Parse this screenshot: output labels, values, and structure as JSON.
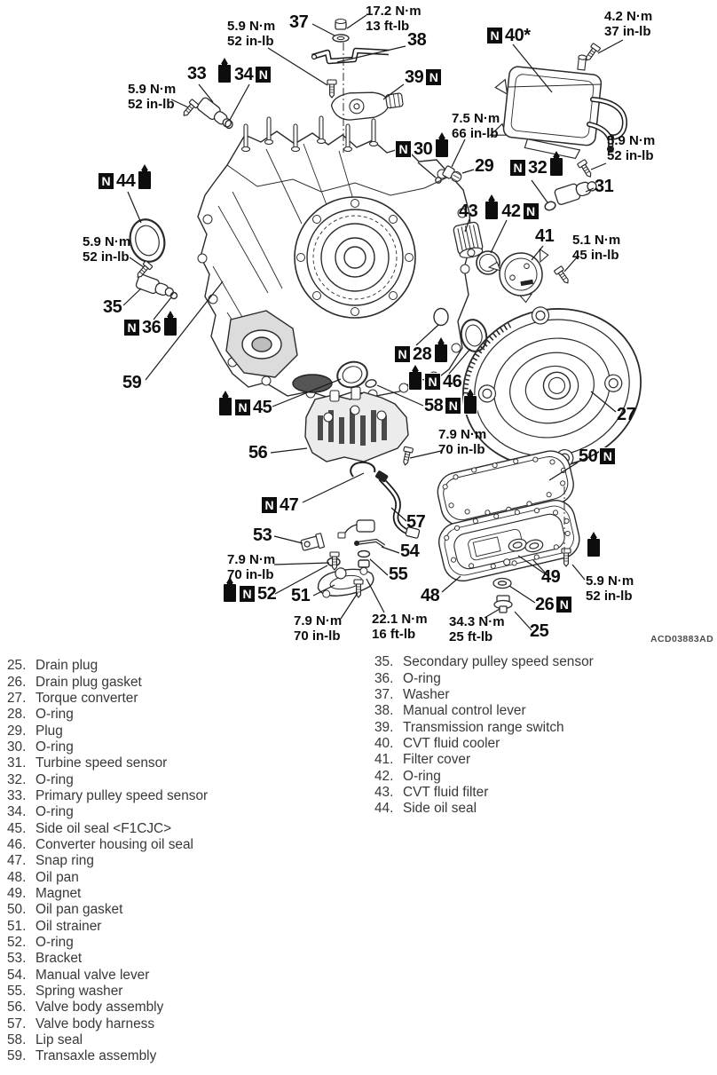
{
  "diagram": {
    "n_symbol": "N",
    "figure_code": "ACD03883AD",
    "callouts": {
      "25": "25",
      "26": "26",
      "27": "27",
      "28": "28",
      "29": "29",
      "30": "30",
      "31": "31",
      "32": "32",
      "33": "33",
      "34": "34",
      "35": "35",
      "36": "36",
      "37": "37",
      "38": "38",
      "39": "39",
      "40": "40*",
      "41": "41",
      "42": "42",
      "43": "43",
      "44": "44",
      "45": "45",
      "46": "46",
      "47": "47",
      "48": "48",
      "49": "49",
      "50": "50",
      "51": "51",
      "52": "52",
      "53": "53",
      "54": "54",
      "55": "55",
      "56": "56",
      "57": "57",
      "58": "58",
      "59": "59"
    },
    "torques": {
      "t17_2": [
        "17.2 N·m",
        "13 ft-lb"
      ],
      "t4_2": [
        "4.2 N·m",
        "37 in-lb"
      ],
      "t5_9": [
        "5.9 N·m",
        "52 in-lb"
      ],
      "t7_5": [
        "7.5 N·m",
        "66 in-lb"
      ],
      "t5_1": [
        "5.1 N·m",
        "45 in-lb"
      ],
      "t7_9": [
        "7.9 N·m",
        "70 in-lb"
      ],
      "t22_1": [
        "22.1 N·m",
        "16 ft-lb"
      ],
      "t34_3": [
        "34.3 N·m",
        "25 ft-lb"
      ]
    }
  },
  "parts_list": {
    "left_top": [
      {
        "num": "25.",
        "name": "Drain plug"
      },
      {
        "num": "26.",
        "name": "Drain plug gasket"
      },
      {
        "num": "27.",
        "name": "Torque converter"
      },
      {
        "num": "28.",
        "name": "O-ring"
      },
      {
        "num": "29.",
        "name": "Plug"
      },
      {
        "num": "30.",
        "name": "O-ring"
      },
      {
        "num": "31.",
        "name": "Turbine speed sensor"
      },
      {
        "num": "32.",
        "name": "O-ring"
      },
      {
        "num": "33.",
        "name": "Primary pulley speed sensor"
      },
      {
        "num": "34.",
        "name": "O-ring"
      }
    ],
    "left_bottom": [
      {
        "num": "45.",
        "name": "Side oil seal <F1CJC>"
      },
      {
        "num": "46.",
        "name": "Converter housing oil seal"
      },
      {
        "num": "47.",
        "name": "Snap ring"
      },
      {
        "num": "48.",
        "name": "Oil pan"
      },
      {
        "num": "49.",
        "name": "Magnet"
      },
      {
        "num": "50.",
        "name": "Oil pan gasket"
      },
      {
        "num": "51.",
        "name": "Oil strainer"
      },
      {
        "num": "52.",
        "name": "O-ring"
      },
      {
        "num": "53.",
        "name": "Bracket"
      },
      {
        "num": "54.",
        "name": "Manual valve lever"
      },
      {
        "num": "55.",
        "name": "Spring washer"
      },
      {
        "num": "56.",
        "name": "Valve body assembly"
      },
      {
        "num": "57.",
        "name": "Valve body harness"
      },
      {
        "num": "58.",
        "name": "Lip seal"
      },
      {
        "num": "59.",
        "name": "Transaxle assembly"
      }
    ],
    "right": [
      {
        "num": "35.",
        "name": "Secondary pulley speed sensor"
      },
      {
        "num": "36.",
        "name": "O-ring"
      },
      {
        "num": "37.",
        "name": "Washer"
      },
      {
        "num": "38.",
        "name": "Manual control lever"
      },
      {
        "num": "39.",
        "name": "Transmission range switch"
      },
      {
        "num": "40.",
        "name": "CVT fluid cooler"
      },
      {
        "num": "41.",
        "name": "Filter cover"
      },
      {
        "num": "42.",
        "name": "O-ring"
      },
      {
        "num": "43.",
        "name": "CVT fluid filter"
      },
      {
        "num": "44.",
        "name": "Side oil seal"
      }
    ]
  }
}
